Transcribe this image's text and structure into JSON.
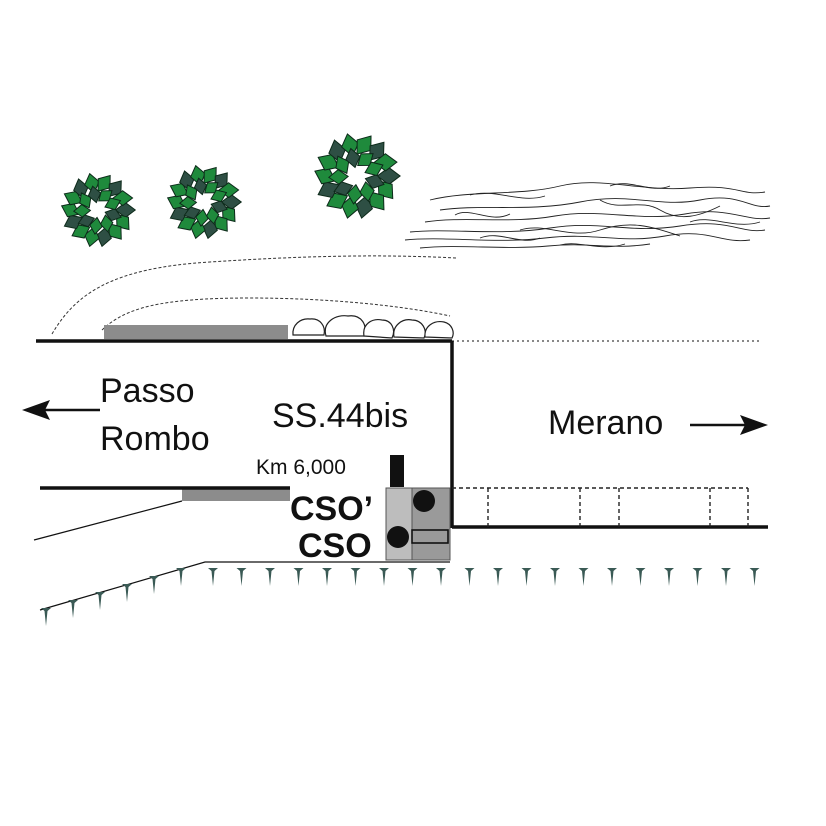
{
  "labels": {
    "direction_left": [
      "Passo",
      "Rombo"
    ],
    "road": "SS.44bis",
    "direction_right": "Merano",
    "km_marker": "Km 6,000",
    "cso_prime": "CSO’",
    "cso": "CSO"
  },
  "colors": {
    "line": "#111111",
    "gray_strip": "#8c8c8c",
    "box_light": "#bdbdbd",
    "box_dark": "#9a9a9a",
    "tree_leaf": "#1f8a3c",
    "tree_leaf_dark": "#2e4f44",
    "grass": "#3a5a55"
  },
  "icons": [
    "tree-icon",
    "left-arrow-icon",
    "right-arrow-icon",
    "grass-tuft-icon"
  ]
}
